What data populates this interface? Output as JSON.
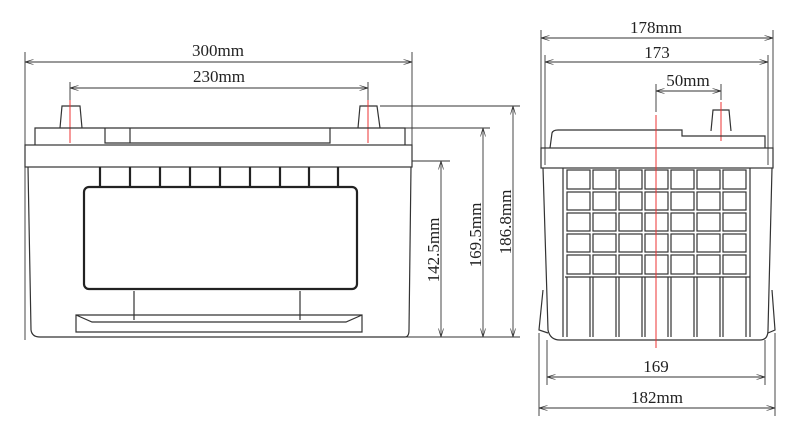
{
  "front_view": {
    "width_label": "300mm",
    "terminal_spacing_label": "230mm",
    "height_body_label": "142.5mm",
    "height_lid_label": "169.5mm",
    "height_total_label": "186.8mm"
  },
  "side_view": {
    "top_width_label": "178mm",
    "lid_width_label": "173",
    "terminal_offset_label": "50mm",
    "bottom_width_label": "169",
    "base_width_label": "182mm"
  },
  "colors": {
    "line": "#333333",
    "centerline": "#ee3333"
  }
}
